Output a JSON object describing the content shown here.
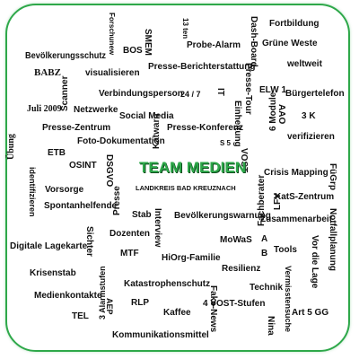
{
  "title": "TEAM MEDIEN",
  "subtitle": "LANDKREIS BAD KREUZNACH",
  "colors": {
    "accent": "#2ea84a",
    "text": "#111111",
    "background": "#ffffff"
  },
  "words": [
    "Bevölkerungsschutz",
    "Forschunew",
    "BOS",
    "SMEM",
    "13 ten",
    "Probe-Alarm",
    "Dash-Board",
    "Fortbildung",
    "Grüne Weste",
    "BABZ",
    "visualisieren",
    "Presse-Berichterstattung",
    "Presse-Tour",
    "weltweit",
    "Scanner",
    "Verbindungsperson",
    "24 / 7",
    "IT",
    "ELW 1",
    "Bürgertelefon",
    "Juli 2009",
    "Netzwerke",
    "Social Media",
    "Einheitung",
    "6 Module",
    "AAO",
    "3 K",
    "Presse-Zentrum",
    "Presse-Konferenz",
    "Katwarn",
    "verifizieren",
    "Übung",
    "Foto-Dokumentation",
    "S 5",
    "ETB",
    "OSINT",
    "DSGVO",
    "VOST",
    "Crisis Mapping",
    "FüGrp",
    "Vorsorge",
    "identifizieren",
    "Presse",
    "Fachberater",
    "LFV",
    "KatS-Zentrum",
    "Spontanhelfende",
    "Stab",
    "Interview",
    "Bevölkerungswarnung",
    "Zusammenarbeit",
    "Notfallplanung",
    "Digitale Lagekarte",
    "Sichter",
    "Dozenten",
    "MoWaS",
    "A",
    "B",
    "Tools",
    "Vor die Lage",
    "Krisenstab",
    "MTF",
    "HiOrg-Familie",
    "Resilienz",
    "3 Alarmstufen",
    "Katastrophenschutz",
    "Technik",
    "Vermisstensuche",
    "Medienkontakte",
    "RLP",
    "Fake-News",
    "4 VOST-Stufen",
    "TEL",
    "AEP",
    "Kaffee",
    "Nina",
    "Art 5 GG",
    "Kommunikationsmittel"
  ]
}
